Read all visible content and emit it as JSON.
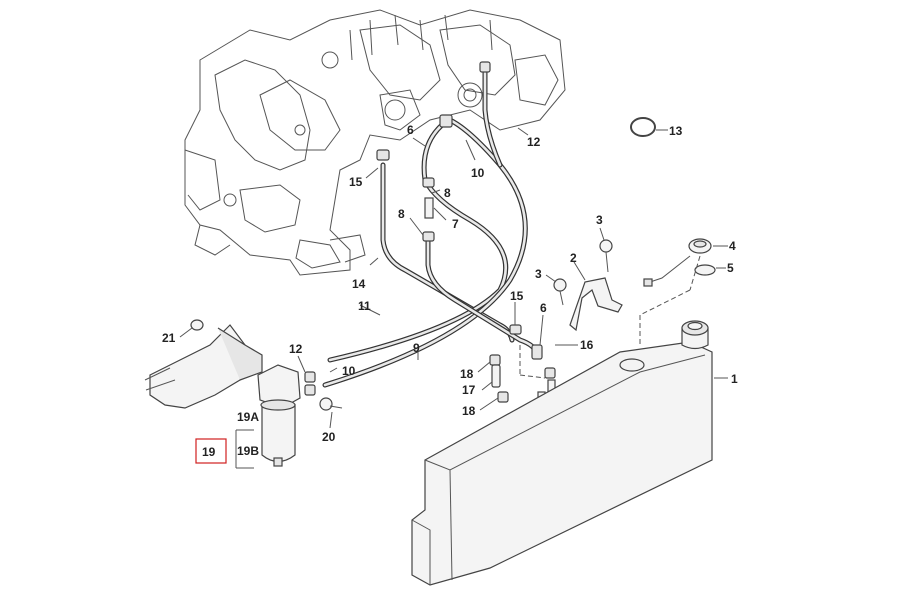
{
  "diagram": {
    "highlighted_callout": "19",
    "callouts": [
      {
        "id": "c1",
        "text": "1"
      },
      {
        "id": "c2",
        "text": "2"
      },
      {
        "id": "c3a",
        "text": "3"
      },
      {
        "id": "c3b",
        "text": "3"
      },
      {
        "id": "c4",
        "text": "4"
      },
      {
        "id": "c5",
        "text": "5"
      },
      {
        "id": "c6a",
        "text": "6"
      },
      {
        "id": "c6b",
        "text": "6"
      },
      {
        "id": "c7",
        "text": "7"
      },
      {
        "id": "c8a",
        "text": "8"
      },
      {
        "id": "c8b",
        "text": "8"
      },
      {
        "id": "c9",
        "text": "9"
      },
      {
        "id": "c10a",
        "text": "10"
      },
      {
        "id": "c10b",
        "text": "10"
      },
      {
        "id": "c11",
        "text": "11"
      },
      {
        "id": "c12a",
        "text": "12"
      },
      {
        "id": "c12b",
        "text": "12"
      },
      {
        "id": "c13",
        "text": "13"
      },
      {
        "id": "c14",
        "text": "14"
      },
      {
        "id": "c15a",
        "text": "15"
      },
      {
        "id": "c15b",
        "text": "15"
      },
      {
        "id": "c16",
        "text": "16"
      },
      {
        "id": "c17",
        "text": "17"
      },
      {
        "id": "c18a",
        "text": "18"
      },
      {
        "id": "c18b",
        "text": "18"
      },
      {
        "id": "c19",
        "text": "19"
      },
      {
        "id": "c19a",
        "text": "19A"
      },
      {
        "id": "c19b",
        "text": "19B"
      },
      {
        "id": "c20",
        "text": "20"
      },
      {
        "id": "c21",
        "text": "21"
      }
    ],
    "colors": {
      "highlight_box": "#d02020",
      "line": "#444444",
      "background": "#ffffff"
    }
  }
}
